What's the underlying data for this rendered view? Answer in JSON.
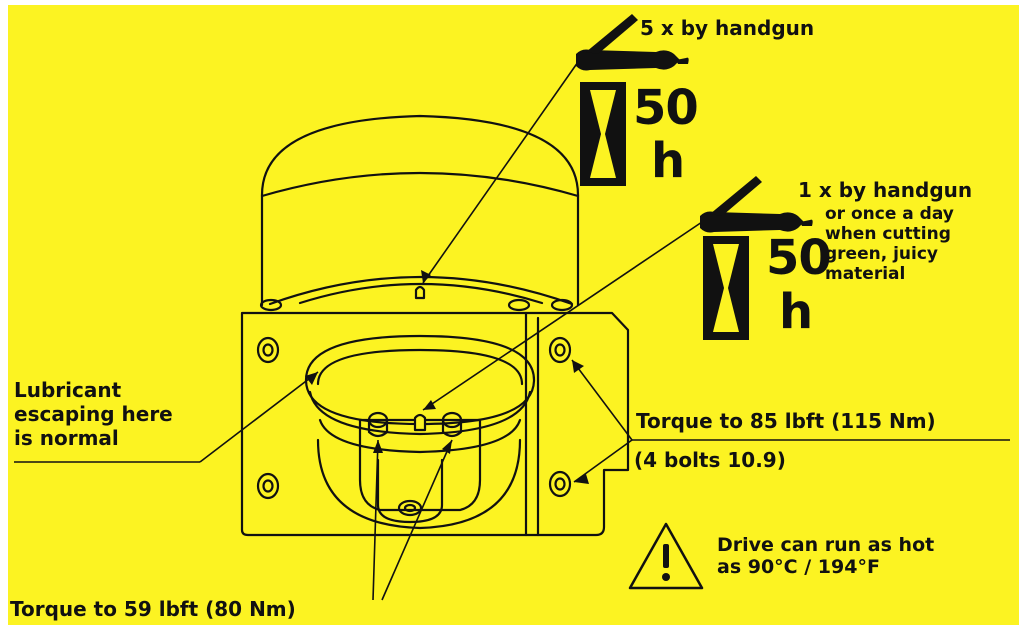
{
  "colors": {
    "background": "#fcf322",
    "ink": "#111111"
  },
  "icons": [
    "grease-gun-icon",
    "hourglass-icon",
    "warning-triangle-icon"
  ],
  "top_interval": {
    "gun_text": "5 x by handgun",
    "hours_value": "50",
    "hours_unit": "h"
  },
  "right_interval": {
    "gun_text": "1 x by handgun",
    "note": "or once a day\nwhen cutting\ngreen, juicy\nmaterial",
    "hours_value": "50",
    "hours_unit": "h"
  },
  "lubricant_note": "Lubricant\nescaping here\nis normal",
  "torque_main": "Torque to 85 lbft (115 Nm)",
  "bolts_spec": "(4 bolts 10.9)",
  "warning_text": "Drive can run as hot\nas 90°C / 194°F",
  "torque_bottom": "Torque to 59 lbft (80 Nm)"
}
